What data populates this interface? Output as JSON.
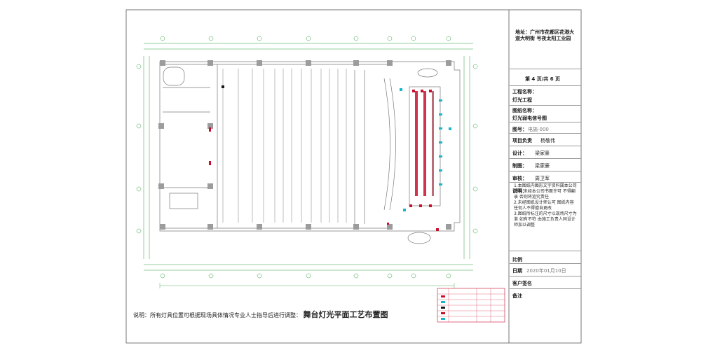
{
  "title_block": {
    "address": "地址：广州市花都区花港大道大明街 号夜太阳工业园",
    "page": "第 4 页/共 6 页",
    "project_name_label": "工程名称：",
    "project_name": "灯光工程",
    "drawing_name_label": "图纸名称：",
    "drawing_name": "灯光弱电信号图",
    "drawing_no_label": "图号：",
    "drawing_no": "电施-000",
    "manager_label": "项目负责",
    "manager": "杨敬伟",
    "design_label": "设计：",
    "design": "梁家豪",
    "drafter_label": "制图：",
    "drafter": "梁家豪",
    "review_label": "审核：",
    "review": "周卫军",
    "notes_label": "说明：",
    "notes": [
      "1.本图纸内图形文字资料属本公司所有 未经本公司书面许可 不得翻录 否则将追究责任",
      "2.未经图纸设计师认可 图纸内容 任何人不得擅自更改",
      "3.图纸所标注的尺寸以现场尺寸为准 如有不符 由施工负责人同设计师加以调整"
    ],
    "scale_label": "比例",
    "date_label": "日期",
    "date": "2020年01月10日",
    "client_sign_label": "客户签名",
    "remarks_label": "备注"
  },
  "caption": {
    "note": "说明：所有灯具位置可根据现场具体情况专业人士指导后进行调整：",
    "title": "舞台灯光平面工艺布置图"
  },
  "colors": {
    "line": "#7a7a7a",
    "grid": "#2e9e3a",
    "light": "#c8102e",
    "accent_cyan": "#17b6c9",
    "column": "#9c9c9c"
  }
}
